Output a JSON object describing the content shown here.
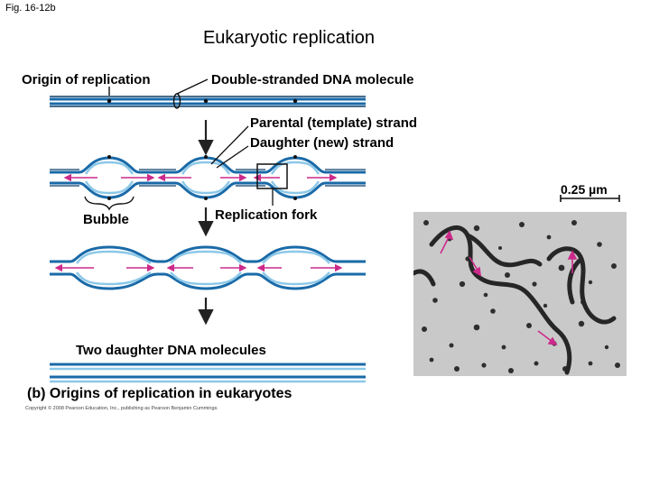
{
  "figure_number": "Fig. 16-12b",
  "title": "Eukaryotic replication",
  "labels": {
    "origin": "Origin of replication",
    "dsdna": "Double-stranded DNA molecule",
    "parental": "Parental (template) strand",
    "daughter": "Daughter (new) strand",
    "bubble": "Bubble",
    "fork": "Replication fork",
    "two_daughter": "Two daughter DNA molecules",
    "caption": "(b) Origins of replication in eukaryotes",
    "scale": "0.25 µm"
  },
  "copyright": "Copyright © 2008 Pearson Education, Inc., publishing as Pearson Benjamin Cummings.",
  "colors": {
    "parental_strand": "#1a6aa8",
    "daughter_strand": "#8cc8e8",
    "dark_outline": "#0d3e66",
    "arrow": "#cc2a8a"
  }
}
